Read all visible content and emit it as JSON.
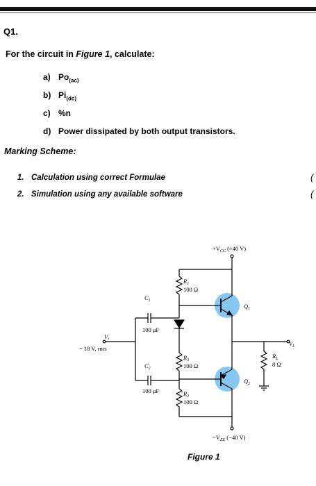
{
  "question": {
    "number": "Q1.",
    "intro_prefix": "For the circuit in ",
    "intro_ref": "Figure 1",
    "intro_suffix": ", calculate:",
    "parts": [
      {
        "label": "a)",
        "text": "Po",
        "sub": "(ac)"
      },
      {
        "label": "b)",
        "text": "Pi",
        "sub": "(dc)"
      },
      {
        "label": "c)",
        "text": "%n",
        "sub": ""
      },
      {
        "label": "d)",
        "text": "Power dissipated by both output transistors.",
        "sub": ""
      }
    ]
  },
  "marking": {
    "title": "Marking Scheme:",
    "items": [
      {
        "num": "1.",
        "text": "Calculation using correct Formulae",
        "mark": "("
      },
      {
        "num": "2.",
        "text": "Simulation using any available software",
        "mark": "("
      }
    ]
  },
  "circuit": {
    "vcc": "+V",
    "vcc_sub": "CC",
    "vcc_val": "(+40 V)",
    "vee": "−V",
    "vee_sub": "EE",
    "vee_val": "(−40 V)",
    "r1": "R",
    "r1_sub": "1",
    "r1_val": "100 Ω",
    "r3": "R",
    "r3_sub": "3",
    "r3_val": "100 Ω",
    "r2": "R",
    "r2_sub": "2",
    "r2_val": "100 Ω",
    "c1": "C",
    "c1_sub": "1",
    "c1_val": "100 μF",
    "c2": "C",
    "c2_sub": "2",
    "c2_val": "100 μF",
    "q1": "Q",
    "q1_sub": "1",
    "q2": "Q",
    "q2_sub": "2",
    "rl": "R",
    "rl_sub": "L",
    "rl_val": "8 Ω",
    "vi": "V",
    "vi_sub": "i",
    "vi_val": "= 18 V, rms",
    "vl": "V",
    "vl_sub": "L",
    "transistor_highlight": "#86c8f0"
  },
  "figure_caption": "Figure 1"
}
